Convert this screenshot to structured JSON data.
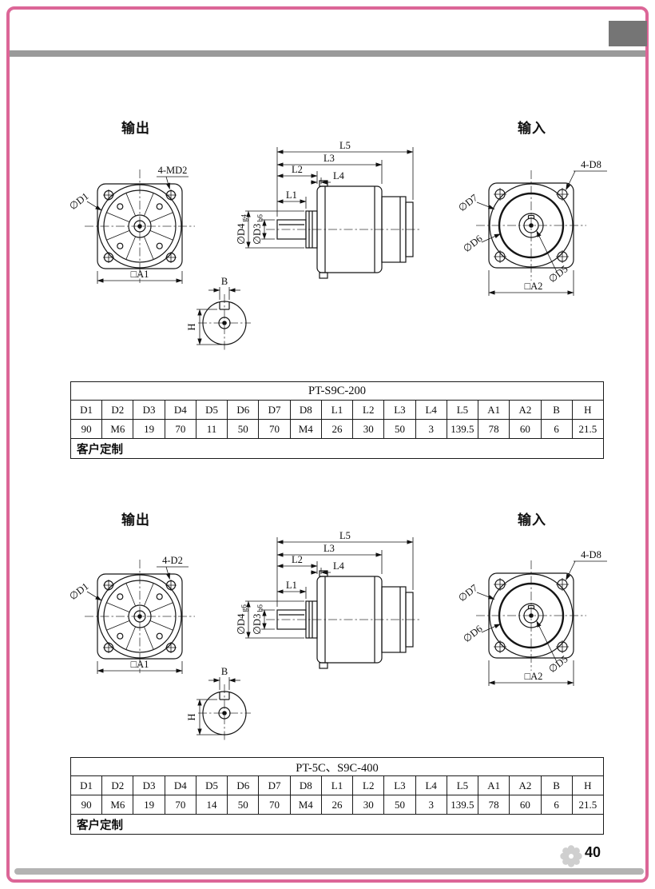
{
  "page": {
    "number": "40"
  },
  "colors": {
    "frame": "#dc6697",
    "header_block": "#757575",
    "rule_bar": "#9a9a9a",
    "footer_bar": "#b3b3b3"
  },
  "sections": [
    {
      "output_label": "输出",
      "input_label": "输入",
      "labels": {
        "d1": "∅D1",
        "corner_holes": "4-MD2",
        "a1": "□A1",
        "l1": "L1",
        "l2": "L2",
        "l3": "L3",
        "l4": "L4",
        "l5": "L5",
        "d4": "∅D4",
        "d4_tol": "g4",
        "d3": "∅D3",
        "d3_tol": "h6",
        "b": "B",
        "h": "H",
        "d7": "∅D7",
        "d6": "∅D6",
        "d5": "∅D5",
        "d8": "4-D8",
        "a2": "□A2"
      },
      "table": {
        "title": "PT-S9C-200",
        "headers": [
          "D1",
          "D2",
          "D3",
          "D4",
          "D5",
          "D6",
          "D7",
          "D8",
          "L1",
          "L2",
          "L3",
          "L4",
          "L5",
          "A1",
          "A2",
          "B",
          "H"
        ],
        "values": [
          "90",
          "M6",
          "19",
          "70",
          "11",
          "50",
          "70",
          "M4",
          "26",
          "30",
          "50",
          "3",
          "139.5",
          "78",
          "60",
          "6",
          "21.5"
        ],
        "footer": "客户定制"
      }
    },
    {
      "output_label": "输出",
      "input_label": "输入",
      "labels": {
        "d1": "∅D1",
        "corner_holes": "4-D2",
        "a1": "□A1",
        "l1": "L1",
        "l2": "L2",
        "l3": "L3",
        "l4": "L4",
        "l5": "L5",
        "d4": "∅D4",
        "d4_tol": "g6",
        "d3": "∅D3",
        "d3_tol": "h6",
        "b": "B",
        "h": "H",
        "d7": "∅D7",
        "d6": "∅D6",
        "d5": "∅D5",
        "d8": "4-D8",
        "a2": "□A2"
      },
      "table": {
        "title": "PT-5C、S9C-400",
        "headers": [
          "D1",
          "D2",
          "D3",
          "D4",
          "D5",
          "D6",
          "D7",
          "D8",
          "L1",
          "L2",
          "L3",
          "L4",
          "L5",
          "A1",
          "A2",
          "B",
          "H"
        ],
        "values": [
          "90",
          "M6",
          "19",
          "70",
          "14",
          "50",
          "70",
          "M4",
          "26",
          "30",
          "50",
          "3",
          "139.5",
          "78",
          "60",
          "6",
          "21.5"
        ],
        "footer": "客户定制"
      }
    }
  ]
}
